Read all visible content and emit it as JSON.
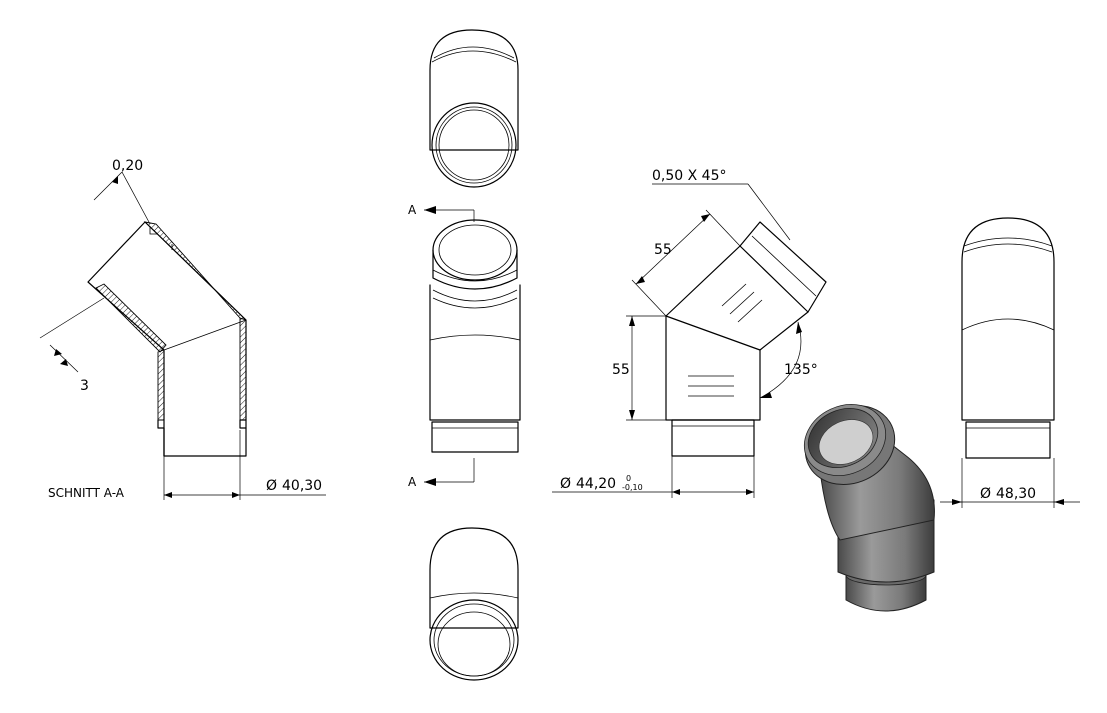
{
  "section": {
    "title": "SCHNITT A-A",
    "dim_thickness": "0,20",
    "dim_wall": "3",
    "dim_inner_diameter": "40,30"
  },
  "front_view": {
    "section_mark_top": "A",
    "section_mark_bottom": "A"
  },
  "side_view": {
    "chamfer": "0,50 X 45°",
    "dim_upper_leg": "55",
    "dim_lower_leg": "55",
    "angle": "135°",
    "dim_outer_diameter": "44,20",
    "tol_upper": "0",
    "tol_lower": "-0,10",
    "diameter_symbol": "Ø"
  },
  "right_view": {
    "dim_diameter": "48,30"
  },
  "colors": {
    "line": "#000000",
    "iso_body": "#8a8a8a",
    "iso_shadow": "#555555",
    "iso_highlight": "#c8c8c8"
  }
}
